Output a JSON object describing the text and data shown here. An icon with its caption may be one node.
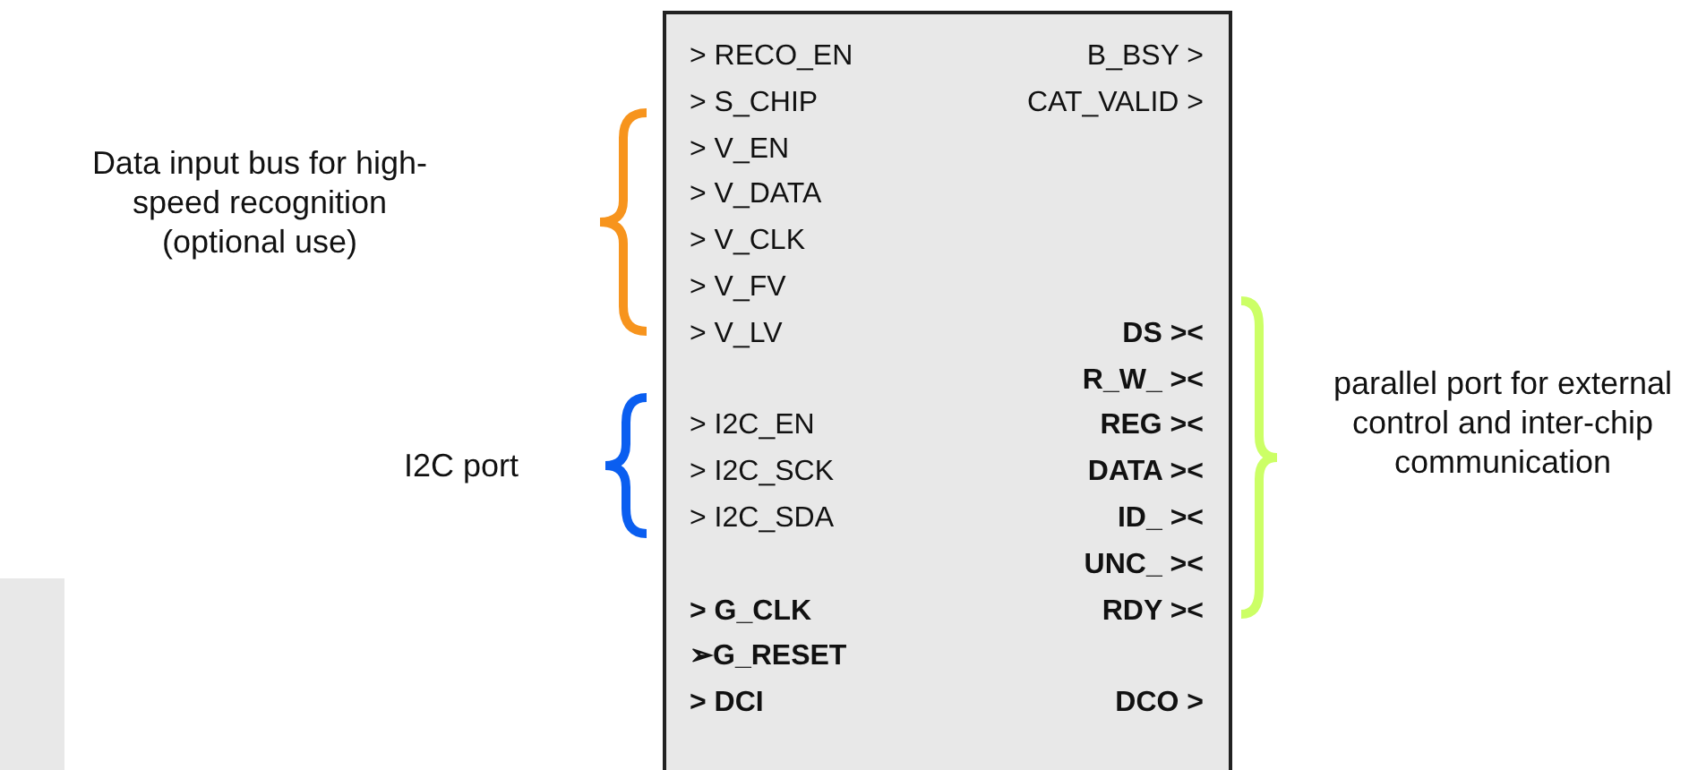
{
  "diagram": {
    "nodes": [
      {
        "text": [
          "> RECO_EN",
          "B_BSY >",
          "> S_CHIP",
          "CAT_VALID >",
          "> V_EN",
          "> V_DATA",
          "> V_CLK",
          "> V_FV",
          "> V_LV",
          "DS ><",
          "R_W_ ><",
          "> I2C_EN",
          "REG ><",
          "> I2C_SCK",
          "DATA ><",
          "> I2C_SDA",
          "ID_ ><",
          "UNC_ ><",
          "> G_CLK",
          "RDY ><",
          "➢G_RESET",
          "> DCI",
          "DCO >"
        ]
      }
    ],
    "labels": [
      "Data input bus for high-speed recognition (optional use)",
      "I2C port",
      "parallel port for external control and inter-chip communication"
    ]
  }
}
